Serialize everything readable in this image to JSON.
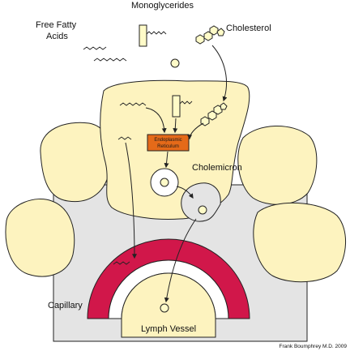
{
  "labels": {
    "free_fatty_acids_line1": "Free Fatty",
    "free_fatty_acids_line2": "Acids",
    "monoglycerides": "Monoglycerides",
    "cholesterol": "Cholesterol",
    "er_line1": "Endoplasmic",
    "er_line2": "Reticulum",
    "cholemicron": "Cholemicron",
    "capillary": "Capillary",
    "lymph_vessel": "Lymph Vessel",
    "credit": "Frank Boumphrey M.D. 2009"
  },
  "colors": {
    "cell": "#fdf3bf",
    "outline": "#222222",
    "tissue": "#e4e4e4",
    "capillary_wall": "#d1174a",
    "er": "#e56a19",
    "molecule_fill": "#fffbc8"
  }
}
